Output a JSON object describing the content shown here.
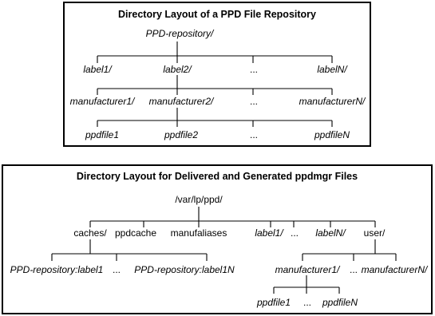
{
  "diagram1": {
    "title": "Directory Layout of a PPD File Repository",
    "root": "PPD-repository/",
    "level1": [
      "label1/",
      "label2/",
      "...",
      "labelN/"
    ],
    "level2": [
      "manufacturer1/",
      "manufacturer2/",
      "...",
      "manufacturerN/"
    ],
    "level3": [
      "ppdfile1",
      "ppdfile2",
      "...",
      "ppdfileN"
    ]
  },
  "diagram2": {
    "title": "Directory Layout for Delivered and Generated ppdmgr Files",
    "root": "/var/lp/ppd/",
    "level1": [
      "caches/",
      "ppdcache",
      "manufaliases",
      "label1/",
      "...",
      "labelN/",
      "user/"
    ],
    "caches_children": [
      "PPD-repository:label1",
      "...",
      "PPD-repository:label1N"
    ],
    "user_children": [
      "manufacturer1/",
      "...",
      "manufacturerN/"
    ],
    "manufacturer_children": [
      "ppdfile1",
      "...",
      "ppdfileN"
    ]
  }
}
